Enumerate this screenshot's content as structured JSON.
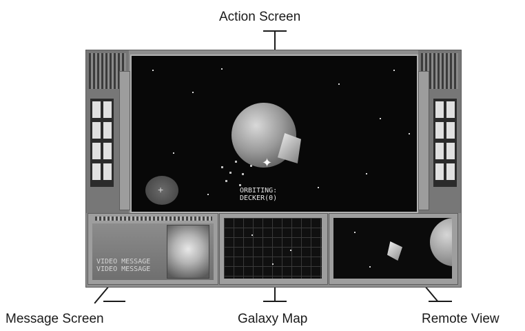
{
  "callouts": {
    "action_screen": "Action Screen",
    "message_screen": "Message Screen",
    "galaxy_map": "Galaxy Map",
    "remote_view": "Remote View"
  },
  "action_screen": {
    "status_line1": "ORBITING:",
    "status_line2": "DECKER(0)"
  },
  "message_screen": {
    "video_line1": "VIDEO MESSAGE",
    "video_line2": "VIDEO MESSAGE"
  },
  "colors": {
    "frame": "#8e8e8e",
    "screen_bg": "#080808",
    "callout_text": "#1a1a1a"
  },
  "icons": [
    "targeting-crosshair-icon",
    "radar-scope-icon",
    "planet-icon",
    "ship-icon"
  ]
}
